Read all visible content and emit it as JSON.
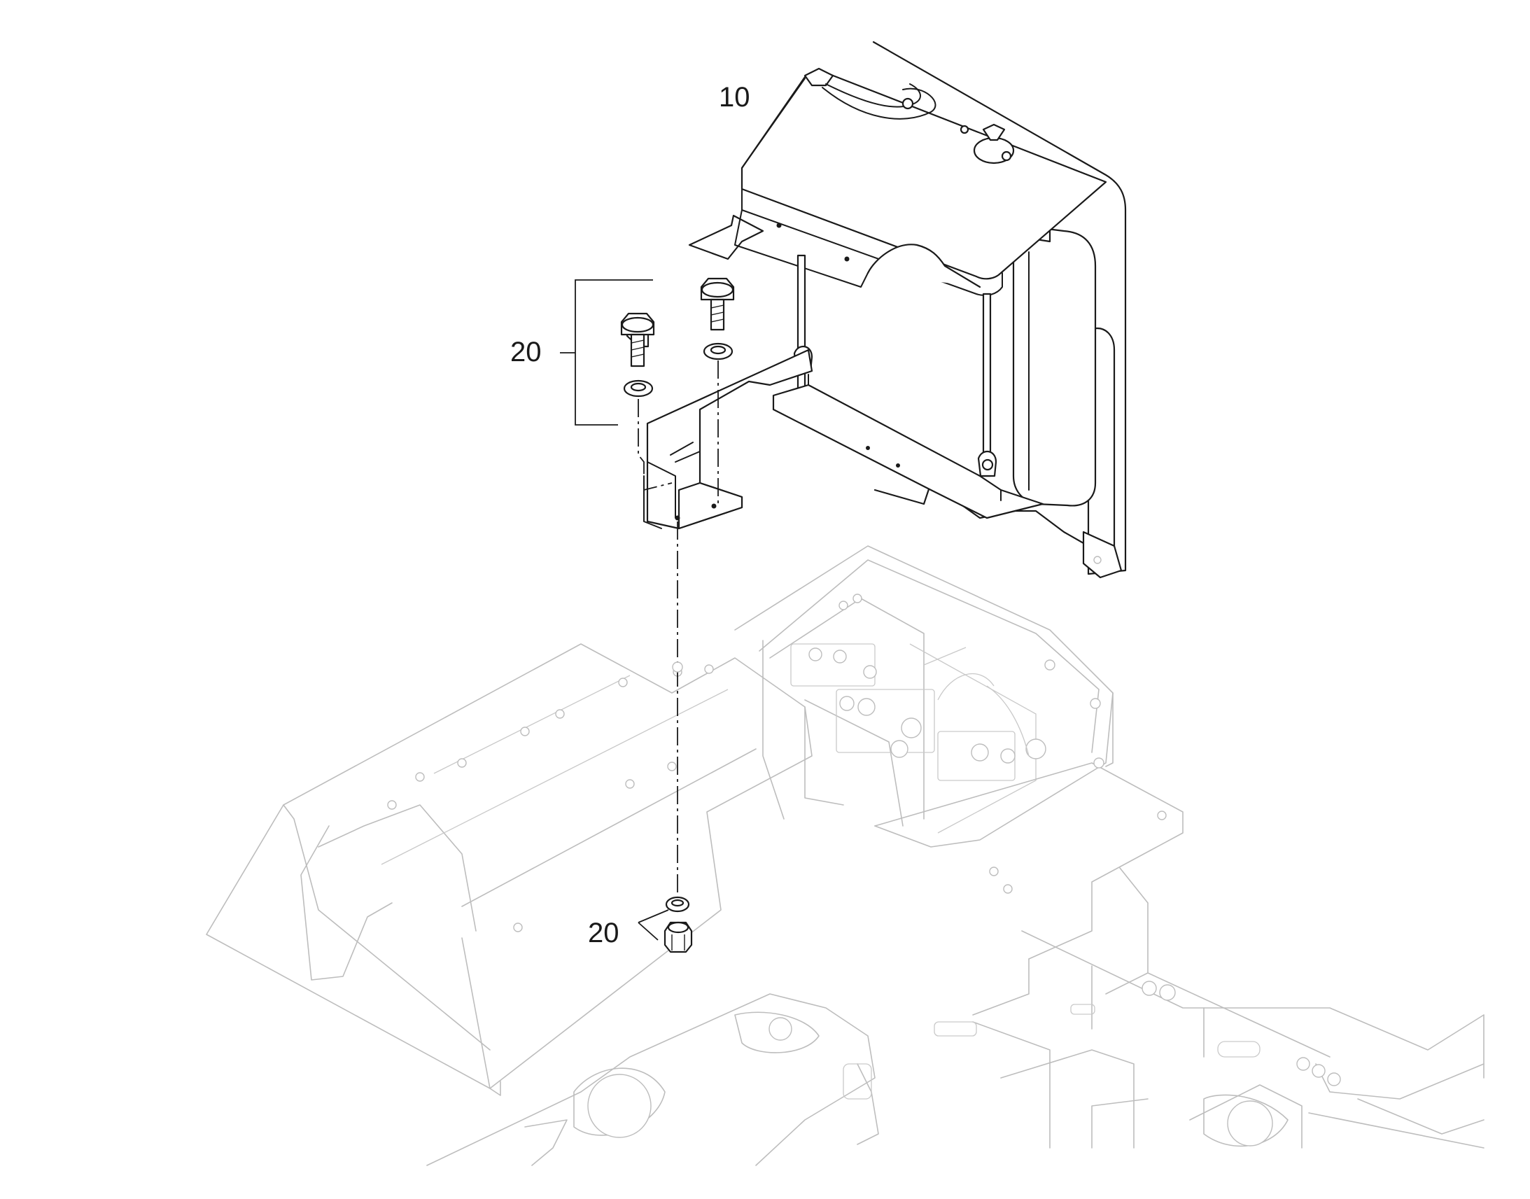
{
  "callouts": {
    "tank": "10",
    "bolt_kit": "20",
    "nut_kit": "20"
  }
}
